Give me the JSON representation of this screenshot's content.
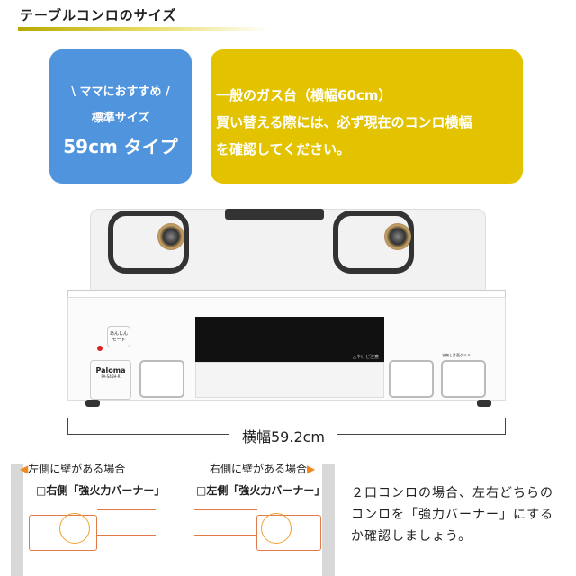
{
  "title": "テーブルコンロのサイズ",
  "blue_box": {
    "line1": "\\ ママにおすすめ /",
    "line2": "標準サイズ",
    "line3": "59cm タイプ",
    "color": "#4f94dc"
  },
  "yellow_box": {
    "lines": [
      "一般のガス台（横幅60cm）",
      "買い替える際には、必ず現在のコンロ横幅",
      "を確認してください。"
    ],
    "color": "#e3c300"
  },
  "stove": {
    "brand": "Paloma",
    "model": "PA-S46H-R",
    "labels": {
      "anshin": "あんしん",
      "mode": "モード",
      "grill_warning": "△やけど注意",
      "grill_label": "水無し片面グリル"
    }
  },
  "width_label": "横幅59.2cm",
  "left_case": {
    "heading": "左側に壁がある場合",
    "check": "□右側「強火力バーナー」"
  },
  "right_case": {
    "heading": "右側に壁がある場合",
    "check": "□左側「強火力バーナー」"
  },
  "note": [
    "２口コンロの場合、左右どちらの",
    "コンロを「強力バーナー」にする",
    "か確認しましょう。"
  ],
  "accent": "#f08a20"
}
